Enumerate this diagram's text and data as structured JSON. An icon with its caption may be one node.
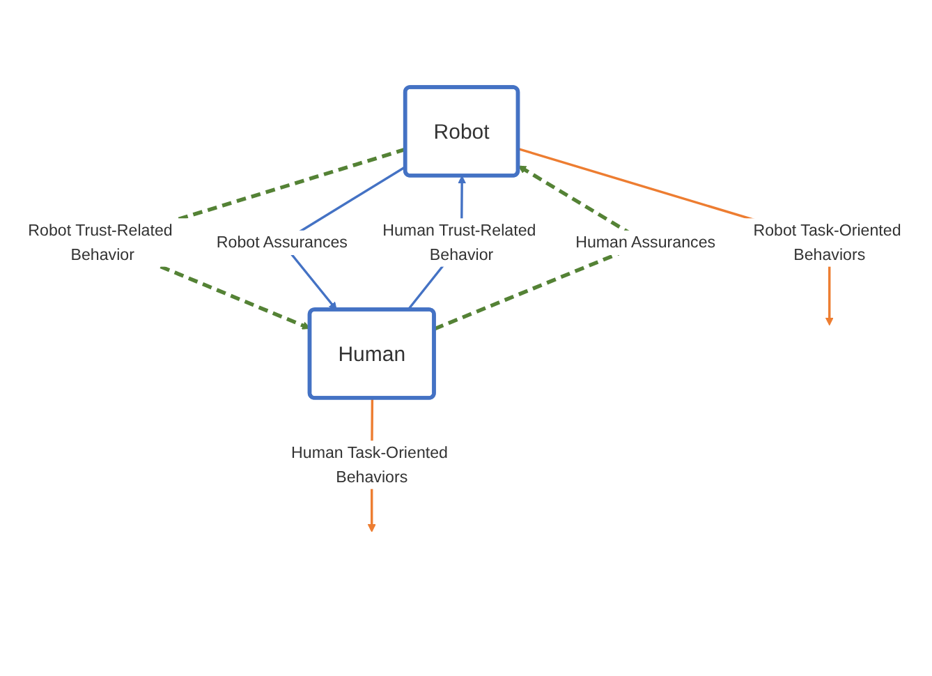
{
  "diagram": {
    "nodes": [
      {
        "text": [
          "Robot"
        ]
      },
      {
        "text": [
          "Human"
        ]
      }
    ],
    "edges": [
      {
        "from": 0,
        "to": null,
        "arrow": "to",
        "label": "Robot Task-Oriented Behaviors",
        "color": "#ed7d31"
      },
      {
        "from": 0,
        "to": 1,
        "arrow": "to",
        "label": "Robot Trust-Related Behavior",
        "style": "dashed",
        "color": "#548235"
      },
      {
        "from": 1,
        "to": 0,
        "arrow": "to",
        "label": "Human Trust-Related Behavior",
        "color": "#4472c4"
      },
      {
        "from": 0,
        "to": 1,
        "arrow": "to",
        "label": "Robot Assurances",
        "color": "#4472c4"
      },
      {
        "from": 1,
        "to": 0,
        "arrow": "to",
        "label": "Human Assurances",
        "style": "dashed",
        "color": "#548235"
      },
      {
        "from": 1,
        "to": null,
        "arrow": "to",
        "label": "Human Task-Oriented Behaviors",
        "color": "#ed7d31"
      }
    ]
  }
}
